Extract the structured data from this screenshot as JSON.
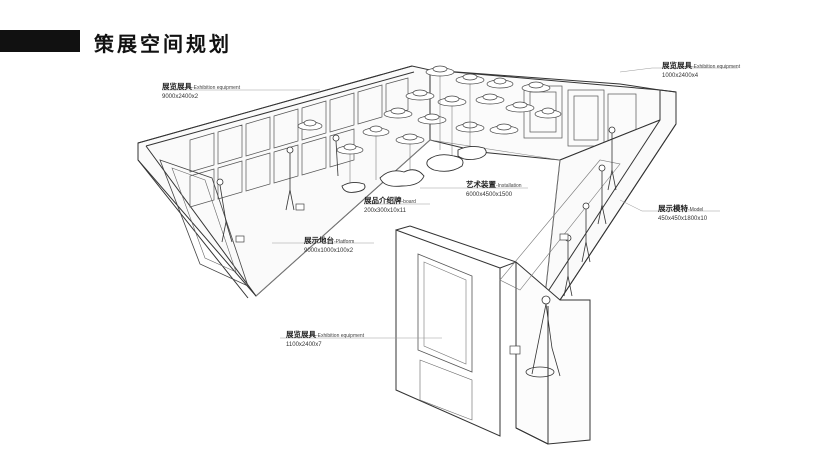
{
  "page": {
    "title": "策展空间规划"
  },
  "labels": [
    {
      "id": "wall-equipment-left",
      "zh": "展览展具",
      "en": "-Exhibition equipment",
      "dim": "9000x2400x2"
    },
    {
      "id": "wall-equipment-right",
      "zh": "展览展具",
      "en": "-Exhibition equipment",
      "dim": "1000x2400x4"
    },
    {
      "id": "installation",
      "zh": "艺术装置",
      "en": "-Installation",
      "dim": "6000x4500x1500"
    },
    {
      "id": "board",
      "zh": "展品介绍牌",
      "en": "-board",
      "dim": "200x300x10x11"
    },
    {
      "id": "model",
      "zh": "展示模特",
      "en": "-Model",
      "dim": "450x450x1800x10"
    },
    {
      "id": "platform",
      "zh": "展示地台",
      "en": "-Platform",
      "dim": "9000x1000x100x2"
    },
    {
      "id": "wall-equipment-front",
      "zh": "展览展具",
      "en": "-Exhibition equipment",
      "dim": "1100x2400x7"
    }
  ]
}
